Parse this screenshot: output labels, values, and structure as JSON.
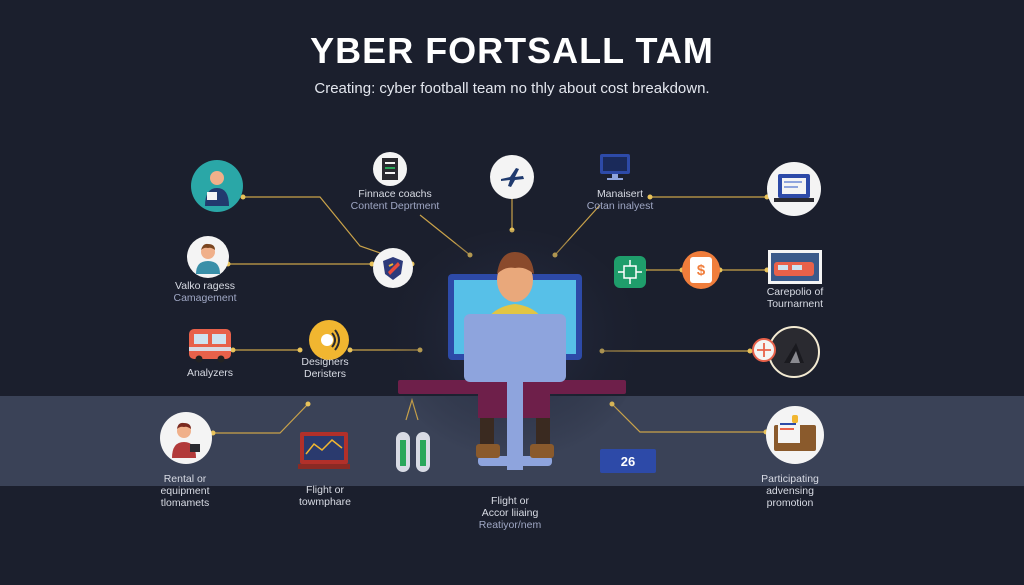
{
  "title": "YBER FORTSALL TAM",
  "subtitle": "Creating: cyber football team no thly about cost breakdown.",
  "labels": {
    "finance_1": "Finnace coachs",
    "finance_2": "Content Deprtment",
    "management_1": "Manaisert",
    "management_2": "Cotan inalyest",
    "valko_1": "Valko ragess",
    "valko_2": "Camagement",
    "tournament_1": "Carepolio of",
    "tournament_2": "Tournarnent",
    "analyzers": "Analyzers",
    "designers_1": "Designers",
    "designers_2": "Deristers",
    "rental_1": "Rental or",
    "rental_2": "equipment",
    "rental_3": "tlomamets",
    "flight_1": "Flight or",
    "flight_2": "towmphare",
    "center_1": "Flight or",
    "center_2": "Accor liiaing",
    "center_3": "Reatiyor/nem",
    "promo_1": "Participating",
    "promo_2": "advensing",
    "promo_3": "promotion"
  },
  "badge": "26",
  "icon_badge": "$",
  "colors": {
    "background": "#1b1f2d",
    "band": "#3a4257",
    "connector": "#c9a24a",
    "monitor": "#4f7fd6",
    "desk": "#6e1f4a",
    "chair": "#8ea4dd",
    "hair": "#8a4a2c"
  },
  "icons": [
    "person-icon",
    "avatar-icon",
    "shield-icon",
    "bus-icon",
    "sound-icon",
    "player-icon",
    "monitor-icon",
    "tickets-icon",
    "document-icon",
    "airplane-icon",
    "computer-icon",
    "laptop-icon",
    "bus-photo-icon",
    "dollar-icon",
    "circuit-icon",
    "ball-icon",
    "briefcase-icon",
    "calendar-icon"
  ]
}
